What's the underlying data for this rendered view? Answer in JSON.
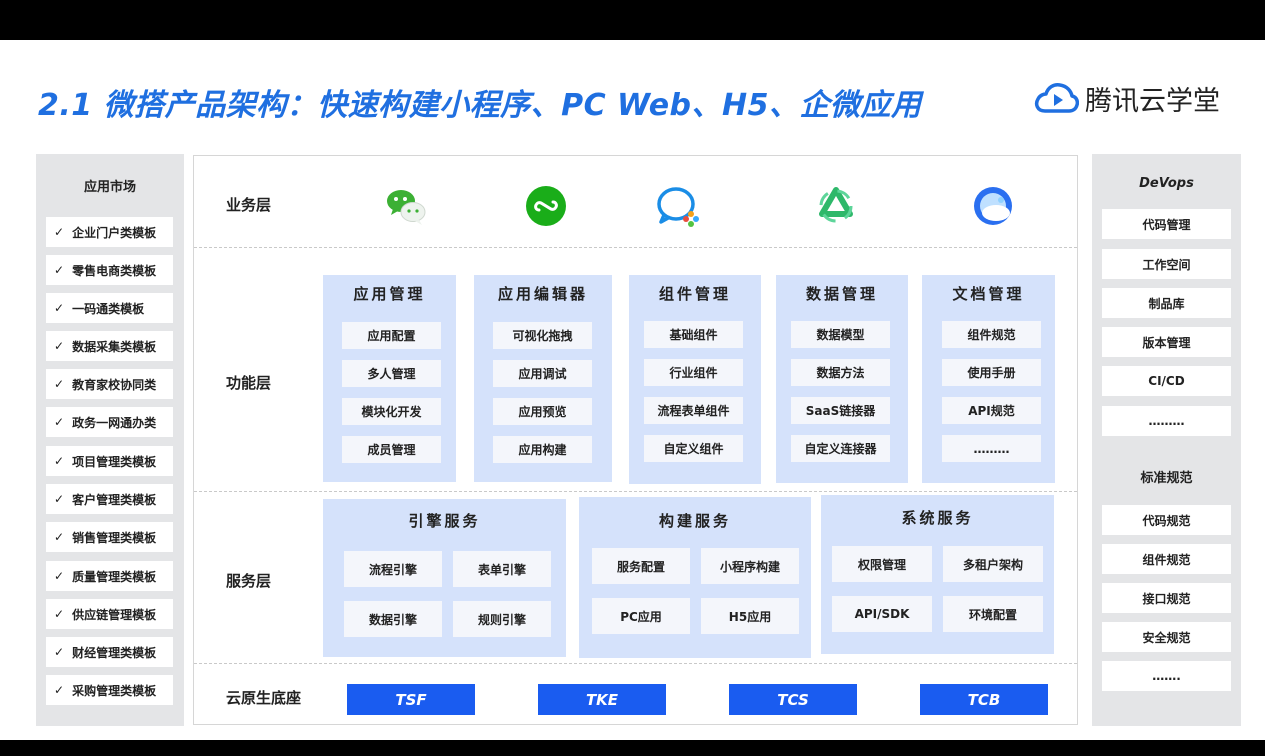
{
  "title": "2.1 微搭产品架构：快速构建小程序、PC Web、H5、企微应用",
  "brand": {
    "name": "腾讯云学堂"
  },
  "left_panel": {
    "title": "应用市场",
    "items": [
      "企业门户类模板",
      "零售电商类模板",
      "一码通类模板",
      "数据采集类模板",
      "教育家校协同类",
      "政务一网通办类",
      "项目管理类模板",
      "客户管理类模板",
      "销售管理类模板",
      "质量管理类模板",
      "供应链管理模板",
      "财经管理类模板",
      "采购管理类模板"
    ]
  },
  "right_panel": {
    "devops_title": "DeVops",
    "devops_items": [
      "代码管理",
      "工作空间",
      "制品库",
      "版本管理",
      "CI/CD",
      "………"
    ],
    "standards_title": "标准规范",
    "standards_items": [
      "代码规范",
      "组件规范",
      "接口规范",
      "安全规范",
      "……."
    ]
  },
  "layers": {
    "business": "业务层",
    "function": "功能层",
    "service": "服务层",
    "cloud": "云原生底座"
  },
  "business_icons": [
    "wechat-icon",
    "mini-program-icon",
    "wecom-icon",
    "tencent-cloud-icon",
    "qq-browser-icon"
  ],
  "function_cards": [
    {
      "title": "应用管理",
      "items": [
        "应用配置",
        "多人管理",
        "模块化开发",
        "成员管理"
      ]
    },
    {
      "title": "应用编辑器",
      "items": [
        "可视化拖拽",
        "应用调试",
        "应用预览",
        "应用构建"
      ]
    },
    {
      "title": "组件管理",
      "items": [
        "基础组件",
        "行业组件",
        "流程表单组件",
        "自定义组件"
      ]
    },
    {
      "title": "数据管理",
      "items": [
        "数据模型",
        "数据方法",
        "SaaS链接器",
        "自定义连接器"
      ]
    },
    {
      "title": "文档管理",
      "items": [
        "组件规范",
        "使用手册",
        "API规范",
        "………"
      ]
    }
  ],
  "service_cards": [
    {
      "title": "引擎服务",
      "items": [
        "流程引擎",
        "表单引擎",
        "数据引擎",
        "规则引擎"
      ]
    },
    {
      "title": "构建服务",
      "items": [
        "服务配置",
        "小程序构建",
        "PC应用",
        "H5应用"
      ]
    },
    {
      "title": "系统服务",
      "items": [
        "权限管理",
        "多租户架构",
        "API/SDK",
        "环境配置"
      ]
    }
  ],
  "cloud_items": [
    "TSF",
    "TKE",
    "TCS",
    "TCB"
  ],
  "colors": {
    "accent": "#1f6fe0",
    "card_bg": "#d5e2fb",
    "base_bar": "#1a5cf0"
  }
}
